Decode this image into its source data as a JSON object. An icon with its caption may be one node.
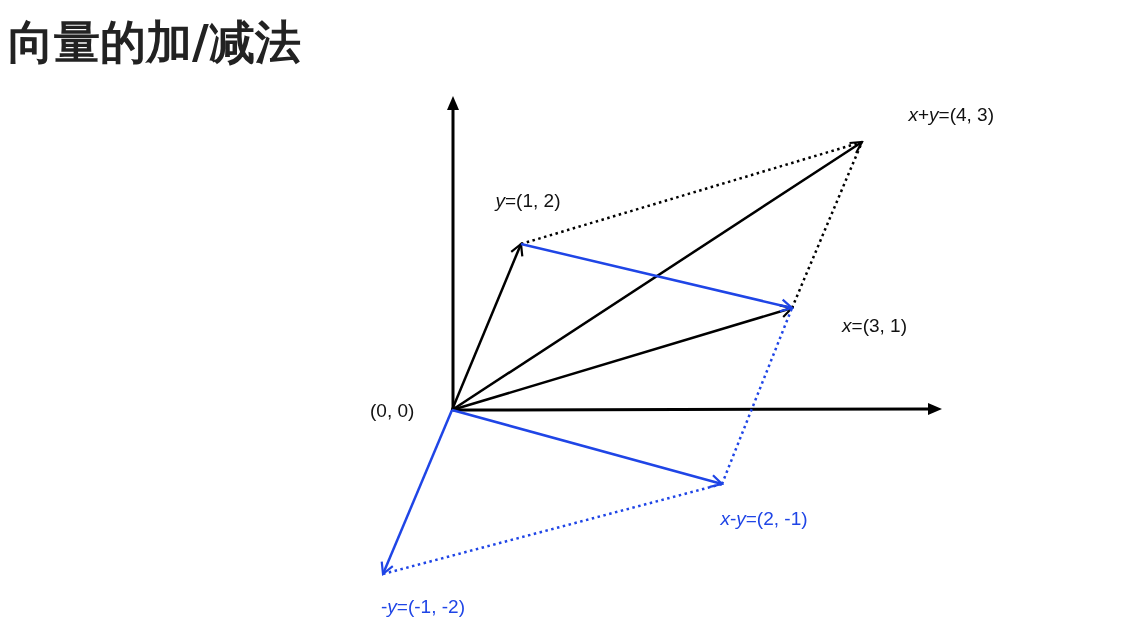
{
  "diagram": {
    "title": "向量的加/减法",
    "nodes": [
      {
        "text": [
          "*x*+*y*=(4, 3)"
        ]
      },
      {
        "text": [
          "*y*=(1, 2)"
        ]
      },
      {
        "text": [
          "*x*=(3, 1)"
        ]
      },
      {
        "text": [
          "(0, 0)"
        ]
      },
      {
        "text": [
          "*x*-*y*=(2, -1)"
        ]
      },
      {
        "text": [
          "-*y*=(-1, -2)"
        ]
      }
    ],
    "edges": [
      {
        "from": 3,
        "to": 1,
        "arrow": "to"
      },
      {
        "from": 3,
        "to": 0,
        "arrow": "to"
      },
      {
        "from": 3,
        "to": 2,
        "arrow": "to"
      },
      {
        "from": 1,
        "to": 0,
        "arrow": "none",
        "style": "dashed"
      },
      {
        "from": 2,
        "to": 0,
        "arrow": "none",
        "style": "dashed"
      },
      {
        "from": 1,
        "to": 2,
        "arrow": "to",
        "color": "#1f45e6"
      },
      {
        "from": 3,
        "to": 4,
        "arrow": "to",
        "color": "#1f45e6"
      },
      {
        "from": 3,
        "to": 5,
        "arrow": "to",
        "color": "#1f45e6"
      },
      {
        "from": 5,
        "to": 4,
        "arrow": "none",
        "style": "dashed",
        "color": "#1f45e6"
      },
      {
        "from": 4,
        "to": 2,
        "arrow": "none",
        "style": "dashed",
        "color": "#1f45e6"
      }
    ]
  }
}
